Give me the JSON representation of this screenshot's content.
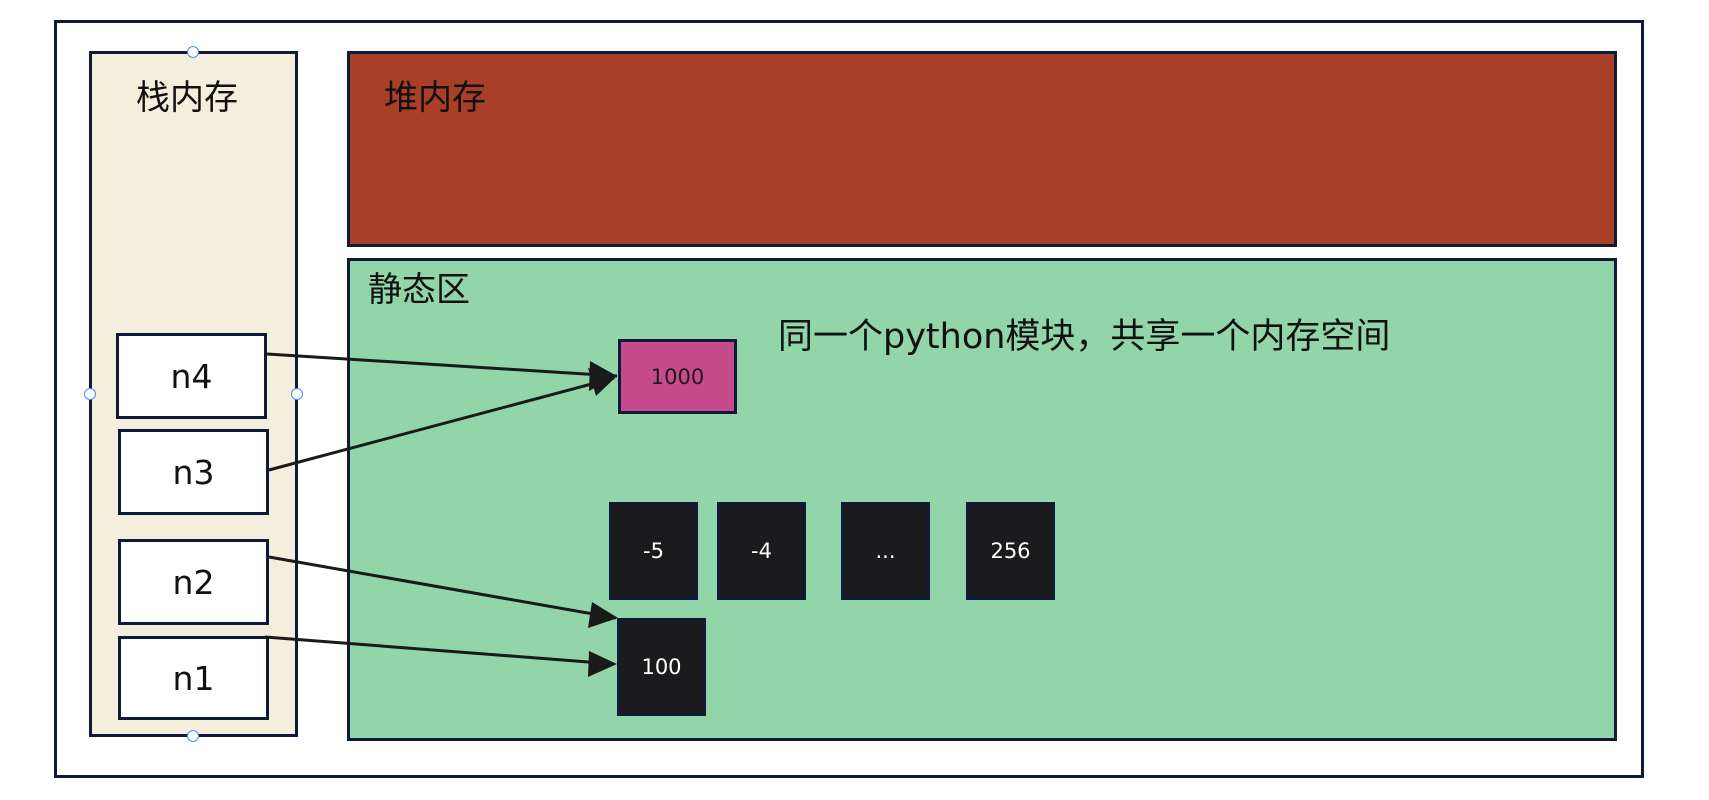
{
  "regions": {
    "stack_title": "栈内存",
    "heap_title": "堆内存",
    "static_title": "静态区"
  },
  "note": "同一个python模块，共享一个内存空间",
  "variables": [
    "n4",
    "n3",
    "n2",
    "n1"
  ],
  "objects": {
    "obj_1000": "1000",
    "obj_m5": "-5",
    "obj_m4": "-4",
    "obj_ellipsis": "...",
    "obj_256": "256",
    "obj_100": "100"
  },
  "references": [
    {
      "from": "n4",
      "to": "1000"
    },
    {
      "from": "n3",
      "to": "1000"
    },
    {
      "from": "n2",
      "to": "100"
    },
    {
      "from": "n1",
      "to": "100"
    }
  ],
  "colors": {
    "border": "#0f1a3a",
    "stack": "#f4eedc",
    "heap": "#a83f26",
    "static": "#91d5a9",
    "object_dark": "#1b1b1d",
    "object_pink": "#c64b8d"
  }
}
